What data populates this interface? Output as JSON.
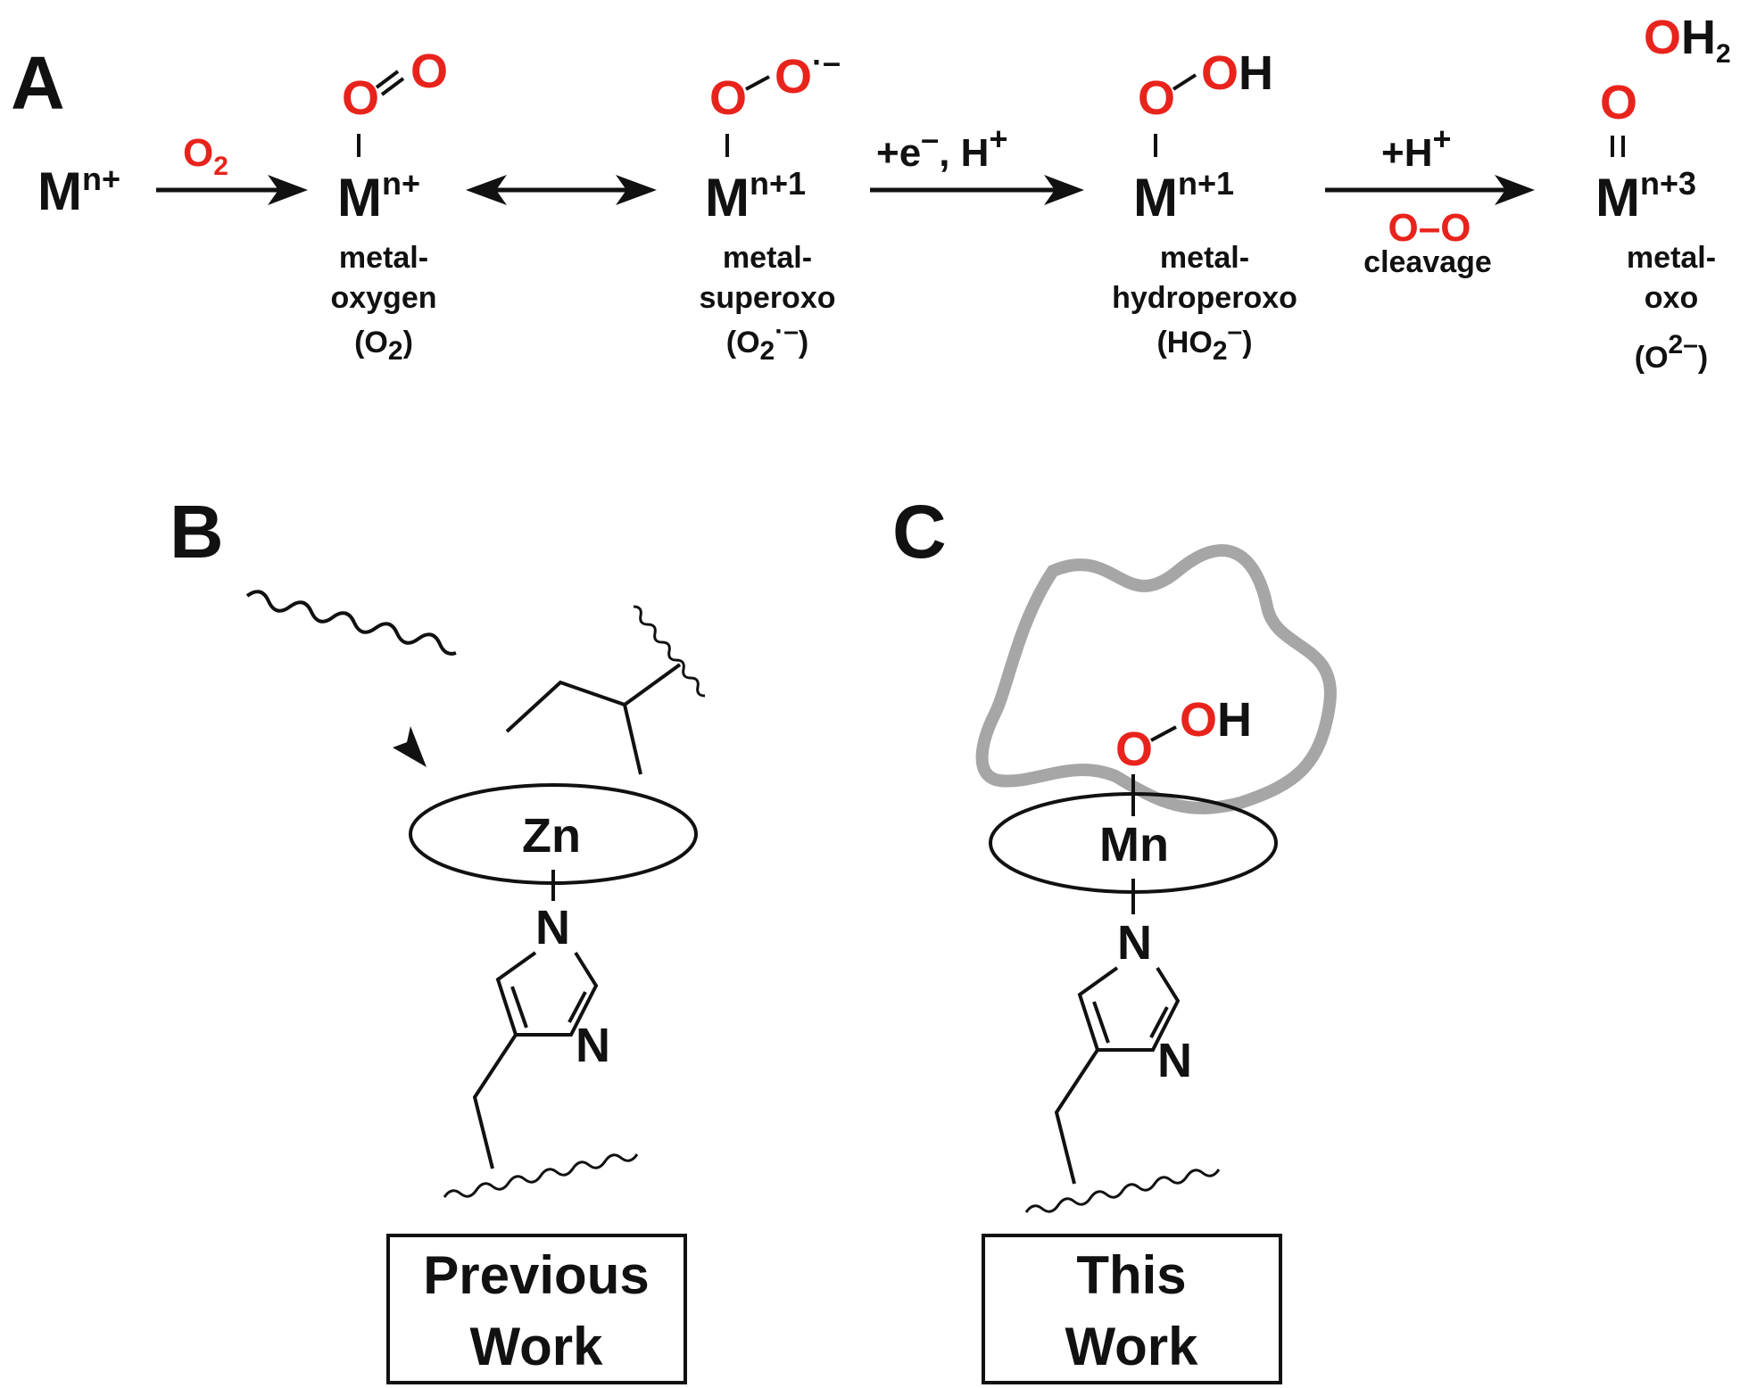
{
  "colors": {
    "ink": "#111111",
    "oxygen": "#e8231c",
    "cage": "#a6a6a6"
  },
  "panels": {
    "a": "A",
    "b": "B",
    "c": "C"
  },
  "scheme": {
    "start_metal": {
      "symbol": "M",
      "charge": "n+"
    },
    "step1": {
      "reagent": "O",
      "reagent_sub": "2"
    },
    "species1": {
      "metal": "M",
      "charge": "n+",
      "o1": "O",
      "o2": "O",
      "label_line1": "metal-",
      "label_line2": "oxygen",
      "formula_open": "(O",
      "formula_sub": "2",
      "formula_close": ")"
    },
    "species2": {
      "metal": "M",
      "charge": "n+1",
      "o1": "O",
      "o2": "O",
      "o2_charge": "·–",
      "label_line1": "metal-",
      "label_line2": "superoxo",
      "formula_open": "(O",
      "formula_sub": "2",
      "formula_sup": "·–",
      "formula_close": ")"
    },
    "step3": {
      "reagent": "+e",
      "reagent_sup": "–",
      "reagent_rest": ", H",
      "reagent_sup2": "+"
    },
    "species3": {
      "metal": "M",
      "charge": "n+1",
      "o1": "O",
      "oh": "OH",
      "label_line1": "metal-",
      "label_line2": "hydroperoxo",
      "formula_open": "(HO",
      "formula_sub": "2",
      "formula_sup": "–",
      "formula_close": ")"
    },
    "step4": {
      "reagent": "+H",
      "reagent_sup": "+",
      "bond_break": "O–O",
      "bond_break_label": "cleavage"
    },
    "species4": {
      "metal": "M",
      "charge": "n+3",
      "o1": "O",
      "water_o": "OH",
      "water_sub": "2",
      "label_line1": "metal-",
      "label_line2": "oxo",
      "formula_open": "(O",
      "formula_sup": "2–",
      "formula_close": ")"
    }
  },
  "panel_b": {
    "metal": "Zn",
    "n1": "N",
    "n3": "N",
    "box_line1": "Previous",
    "box_line2": "Work"
  },
  "panel_c": {
    "metal": "Mn",
    "o1": "O",
    "oh": "OH",
    "n1": "N",
    "n3": "N",
    "box_line1": "This",
    "box_line2": "Work"
  }
}
